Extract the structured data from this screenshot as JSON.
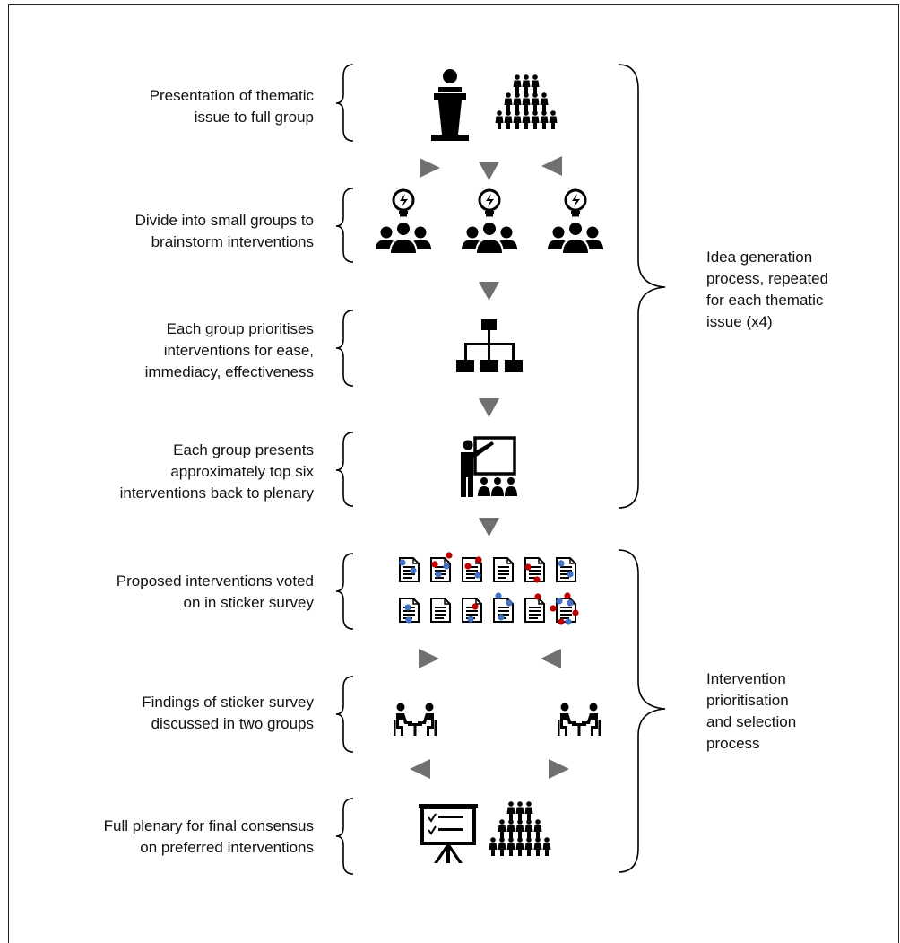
{
  "steps": [
    {
      "lines": [
        "Presentation of thematic",
        "issue to full group"
      ]
    },
    {
      "lines": [
        "Divide into small groups to",
        "brainstorm interventions"
      ]
    },
    {
      "lines": [
        "Each group prioritises",
        "interventions for ease,",
        "immediacy, effectiveness"
      ]
    },
    {
      "lines": [
        "Each group presents",
        "approximately top six",
        "interventions back to plenary"
      ]
    },
    {
      "lines": [
        "Proposed interventions voted",
        "on in sticker survey"
      ]
    },
    {
      "lines": [
        "Findings of sticker survey",
        "discussed in two groups"
      ]
    },
    {
      "lines": [
        "Full plenary for final consensus",
        "on preferred interventions"
      ]
    }
  ],
  "groups": [
    {
      "lines": [
        "Idea generation",
        "process, repeated",
        "for each thematic",
        "issue (x4)"
      ]
    },
    {
      "lines": [
        "Intervention",
        "prioritisation",
        "and selection",
        "process"
      ]
    }
  ],
  "icons": [
    "speaker-podium-icon",
    "crowd-icon",
    "brainstorm-group-icon",
    "hierarchy-icon",
    "presenter-icon",
    "document-sticker-icon",
    "meeting-table-icon",
    "presentation-board-icon"
  ],
  "colors": {
    "arrow": "#707070",
    "sticker_red": "#c00000",
    "sticker_blue": "#4472c4",
    "icon": "#000000"
  }
}
